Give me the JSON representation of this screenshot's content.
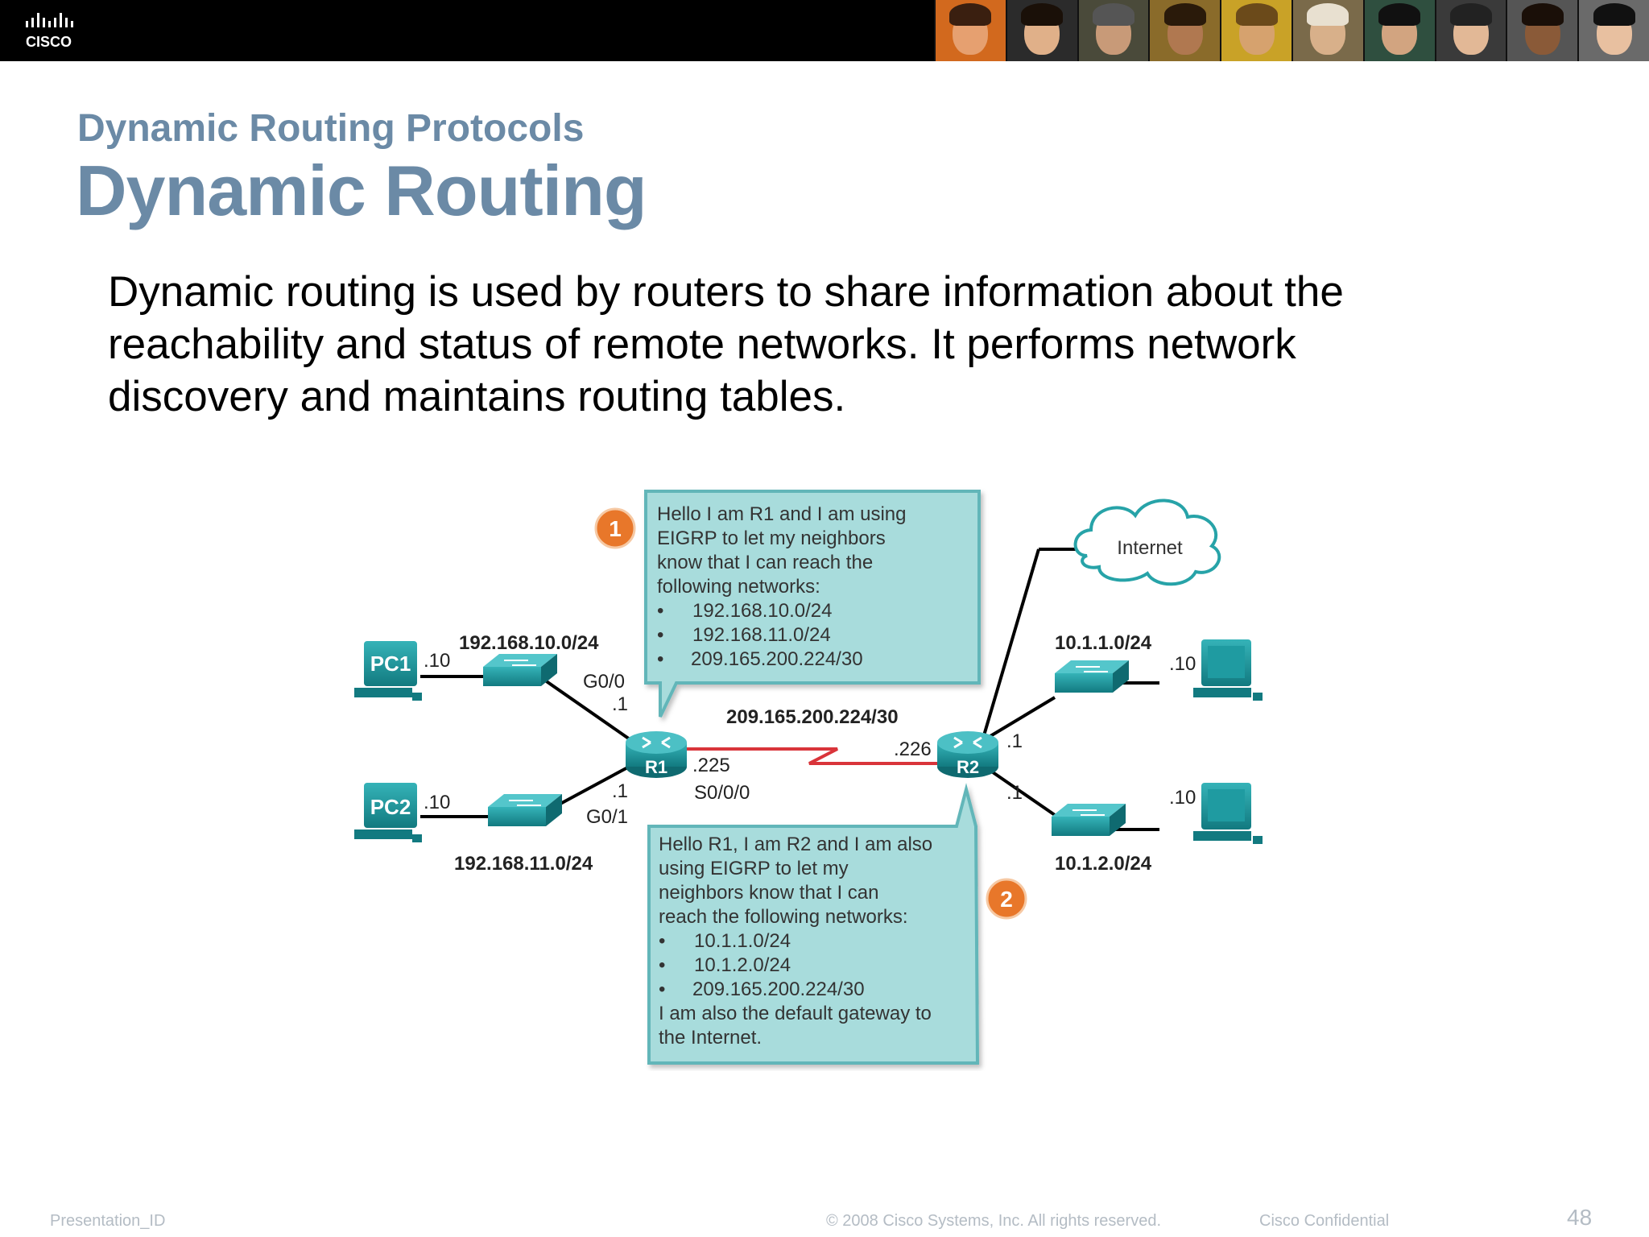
{
  "header": {
    "logo_text": "CISCO"
  },
  "slide": {
    "subtitle": "Dynamic Routing Protocols",
    "title": "Dynamic Routing",
    "body_lines": [
      "Dynamic routing is used by routers to share information about the",
      "reachability and status of remote networks. It performs network",
      "discovery and maintains routing tables."
    ]
  },
  "diagram": {
    "pc1": "PC1",
    "pc2": "PC2",
    "r1": "R1",
    "r2": "R2",
    "net_192_10": "192.168.10.0/24",
    "net_192_11": "192.168.11.0/24",
    "net_serial": "209.165.200.224/30",
    "net_10_1": "10.1.1.0/24",
    "net_10_2": "10.1.2.0/24",
    "pc1_host": ".10",
    "pc2_host": ".10",
    "g00": "G0/0",
    "g01": "G0/1",
    "g00_host": ".1",
    "g01_host": ".1",
    "r1_serial_host": ".225",
    "s000": "S0/0/0",
    "r2_serial_host": ".226",
    "r2_top_host": ".1",
    "r2_bottom_host": ".1",
    "pc3_host": ".10",
    "pc4_host": ".10",
    "internet": "Internet",
    "badge1": "1",
    "badge2": "2",
    "callout1": {
      "lines": [
        "Hello I am R1 and I am using",
        "EIGRP to let my neighbors",
        "know that I can reach the",
        "following networks:"
      ],
      "bullets": [
        "192.168.10.0/24",
        "192.168.11.0/24",
        "209.165.200.224/30"
      ]
    },
    "callout2": {
      "lines": [
        "Hello R1, I am R2 and I am also",
        "using EIGRP to let my",
        "neighbors know that I can",
        "reach the following networks:"
      ],
      "bullets": [
        "10.1.1.0/24",
        "10.1.2.0/24",
        "209.165.200.224/30"
      ],
      "tail_lines": [
        "I am also the default gateway to",
        "the Internet."
      ]
    },
    "bullet_char": "•"
  },
  "footer": {
    "left": "Presentation_ID",
    "center": "© 2008 Cisco Systems, Inc. All rights reserved.",
    "right": "Cisco Confidential",
    "page": "48"
  },
  "colors": {
    "title": "#6b8aa6",
    "callout_fill": "#a8dcdc",
    "callout_border": "#62b6b9",
    "device_teal": "#1b8e95",
    "badge": "#e8772a",
    "serial_link": "#d9343a"
  }
}
